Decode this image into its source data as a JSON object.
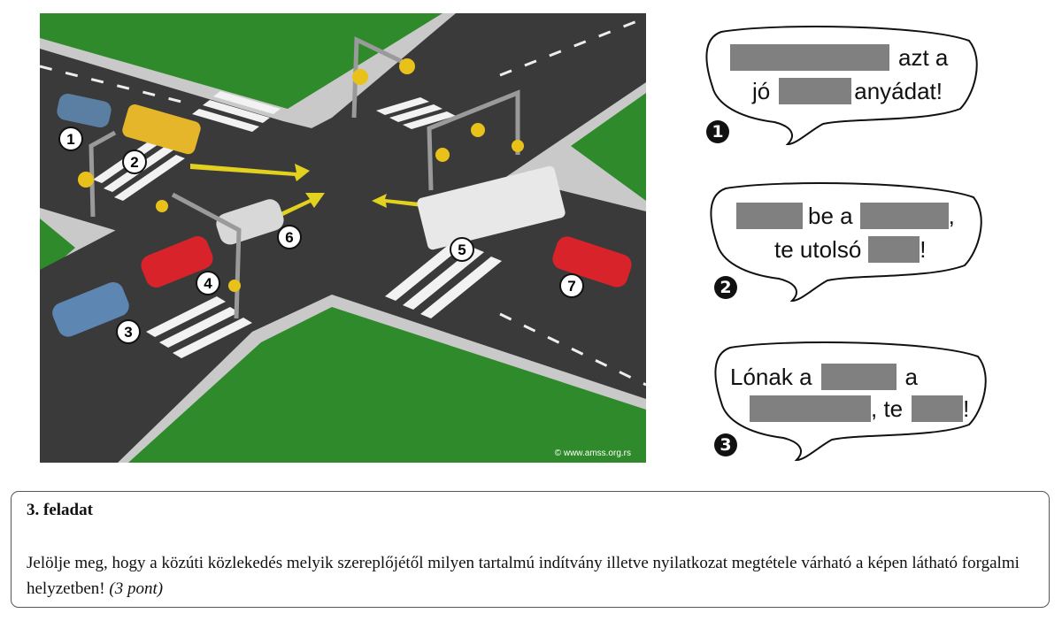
{
  "scene": {
    "vehicle_labels": [
      "1",
      "2",
      "3",
      "4",
      "5",
      "6",
      "7"
    ],
    "watermark": "© www.amss.org.rs",
    "colors": {
      "grass": "#2f8a2b",
      "road": "#3a3a3a",
      "sidewalk": "#c9c9c9",
      "arrow": "#e2d21f"
    }
  },
  "bubbles": [
    {
      "number": "1",
      "parts": [
        "azt a",
        "jó",
        "anyádat!"
      ]
    },
    {
      "number": "2",
      "parts": [
        "be a",
        ",",
        "te utolsó",
        "!"
      ]
    },
    {
      "number": "3",
      "parts": [
        "Lónak a",
        "a",
        ", te",
        "!"
      ]
    }
  ],
  "task": {
    "title": "3. feladat",
    "text": "Jelölje meg, hogy a közúti közlekedés melyik szereplőjétől milyen tartalmú  indítvány illetve nyilatkozat megtétele várható a képen látható forgalmi helyzetben!",
    "points": "(3 pont)"
  }
}
